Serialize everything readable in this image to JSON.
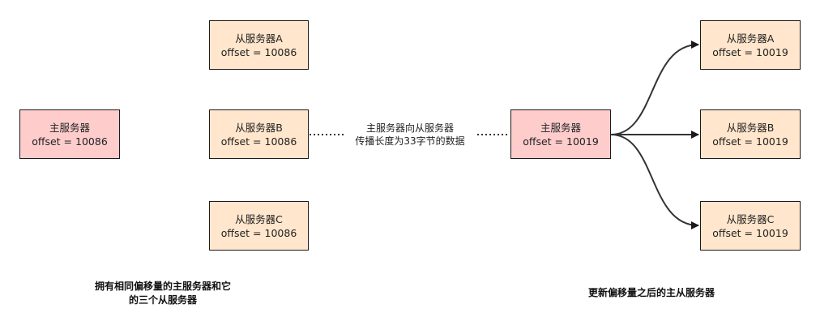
{
  "colors": {
    "master_fill": "#ffcccc",
    "slave_fill": "#ffe6cc",
    "border": "#1a1a1a",
    "line": "#333333"
  },
  "before": {
    "master": {
      "title": "主服务器",
      "offset": "offset = 10086"
    },
    "slaves": [
      {
        "title": "从服务器A",
        "offset": "offset = 10086"
      },
      {
        "title": "从服务器B",
        "offset": "offset = 10086"
      },
      {
        "title": "从服务器C",
        "offset": "offset = 10086"
      }
    ],
    "caption_line1": "拥有相同偏移量的主服务器和它",
    "caption_line2": "的三个从服务器"
  },
  "propagation": {
    "label_line1": "主服务器向从服务器",
    "label_line2": "传播长度为33字节的数据"
  },
  "after": {
    "master": {
      "title": "主服务器",
      "offset": "offset = 10019"
    },
    "slaves": [
      {
        "title": "从服务器A",
        "offset": "offset = 10019"
      },
      {
        "title": "从服务器B",
        "offset": "offset = 10019"
      },
      {
        "title": "从服务器C",
        "offset": "offset = 10019"
      }
    ],
    "caption": "更新偏移量之后的主从服务器"
  }
}
